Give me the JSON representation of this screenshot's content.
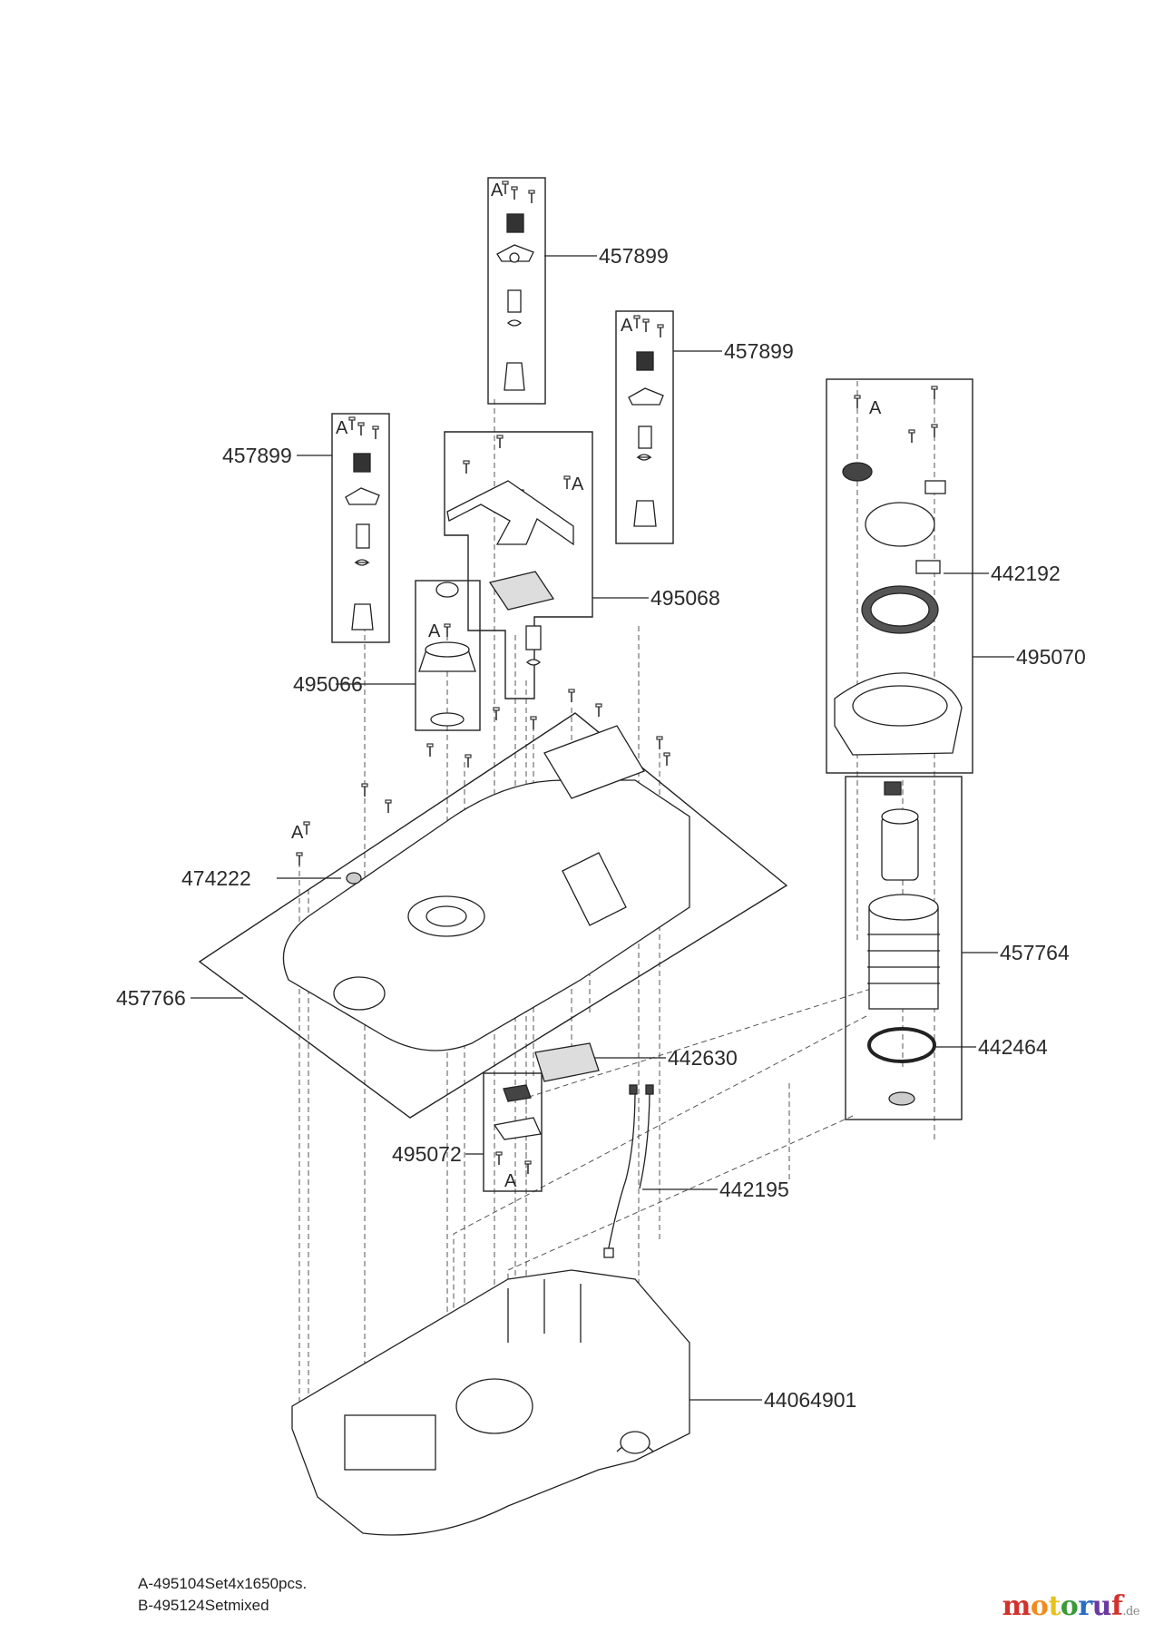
{
  "parts": {
    "p457899_top": "457899",
    "p457899_right": "457899",
    "p457899_left": "457899",
    "p495068": "495068",
    "p442192": "442192",
    "p495070": "495070",
    "p495066": "495066",
    "p474222": "474222",
    "p457766": "457766",
    "p457764": "457764",
    "p442464": "442464",
    "p442630": "442630",
    "p495072": "495072",
    "p442195": "442195",
    "p44064901": "44064901"
  },
  "set_marker": "A",
  "notes": {
    "line_a": "A-495104Set4x1650pcs.",
    "line_b": "B-495124Setmixed"
  },
  "logo": {
    "text": "motoruf",
    "domain": ".de",
    "letter_colors": [
      "#d2322d",
      "#f08c1e",
      "#e6c21e",
      "#3a9a3a",
      "#2a6cc4",
      "#6a3aa0",
      "#d2322d"
    ]
  }
}
